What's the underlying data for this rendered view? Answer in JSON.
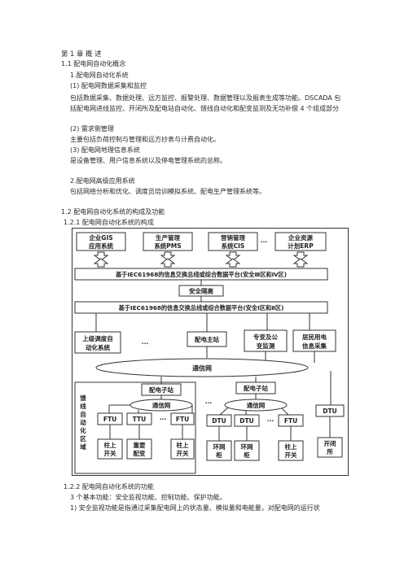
{
  "doc": {
    "chapter": "第 1 章    概      述",
    "s1_1": "1.1    配电网自动化概念",
    "s1_1_1": "1.配电网自动化系统",
    "item1": "(1)  配电网数据采集和监控",
    "para1": "包括数据采集、数据处理、远方监控、报警处理、数据管理以及报表生成等功能。DSCADA 包括配电网进线监控、开闭所及配电站自动化、馈线自动化和配变监测及无功补偿 4 个组成部分",
    "item2": "(2)  需求侧管理",
    "para2": "主要包括负荷控制与管理和远方抄表与计费自动化。",
    "item3": "(3)  配电网地理信息系统",
    "para3": "是设备管理、用户信息系统以及停电管理系统的总称。",
    "s1_1_2": "2.配电网高级应用系统",
    "para4": "包括网络分析和优化、调度员培训模拟系统、配电生产管理系统等。",
    "s1_2": "1.2    配电网自动化系统的构成及功能",
    "s1_2_1": "1.2.1    配电网自动化系统的构成",
    "s1_2_2": "1.2.2    配电网自动化系统的功能",
    "para5": "3 个基本功能：安全监视功能、控制功能、保护功能。",
    "para6": "1)  安全监视功能是指通过采集配电网上的状态量、模拟量和电能量，对配电网的运行状"
  },
  "diagram": {
    "top": [
      "企业GIS",
      "应用系统",
      "生产管理",
      "系统PMS",
      "营销管理",
      "系统CIS",
      "企业资源",
      "计划ERP"
    ],
    "dots": "···",
    "bus_upper": "基于IEC61968的信息交换总线或综合数据平台(安全Ⅲ区和Ⅳ区)",
    "isolation": "安全隔离",
    "bus_lower": "基于IEC61968的信息交换总线或综合数据平台(安全Ⅰ区和Ⅱ区)",
    "upper_dispatch": [
      "上级调度自",
      "动化系统"
    ],
    "master": "配电主站",
    "special": [
      "专变及公",
      "变监测"
    ],
    "resident": [
      "居民用电",
      "信息采集"
    ],
    "comm": "通信网",
    "feeder_area": [
      "馈",
      "线",
      "自",
      "动",
      "化",
      "区",
      "域"
    ],
    "substation": "配电子站",
    "ftu": "FTU",
    "ttu": "TTU",
    "dtu": "DTU",
    "pole_switch": [
      "柱上",
      "开关"
    ],
    "important": [
      "重要",
      "配变"
    ],
    "ring": [
      "环网",
      "柜"
    ],
    "switch_station": [
      "开闭",
      "所"
    ]
  }
}
